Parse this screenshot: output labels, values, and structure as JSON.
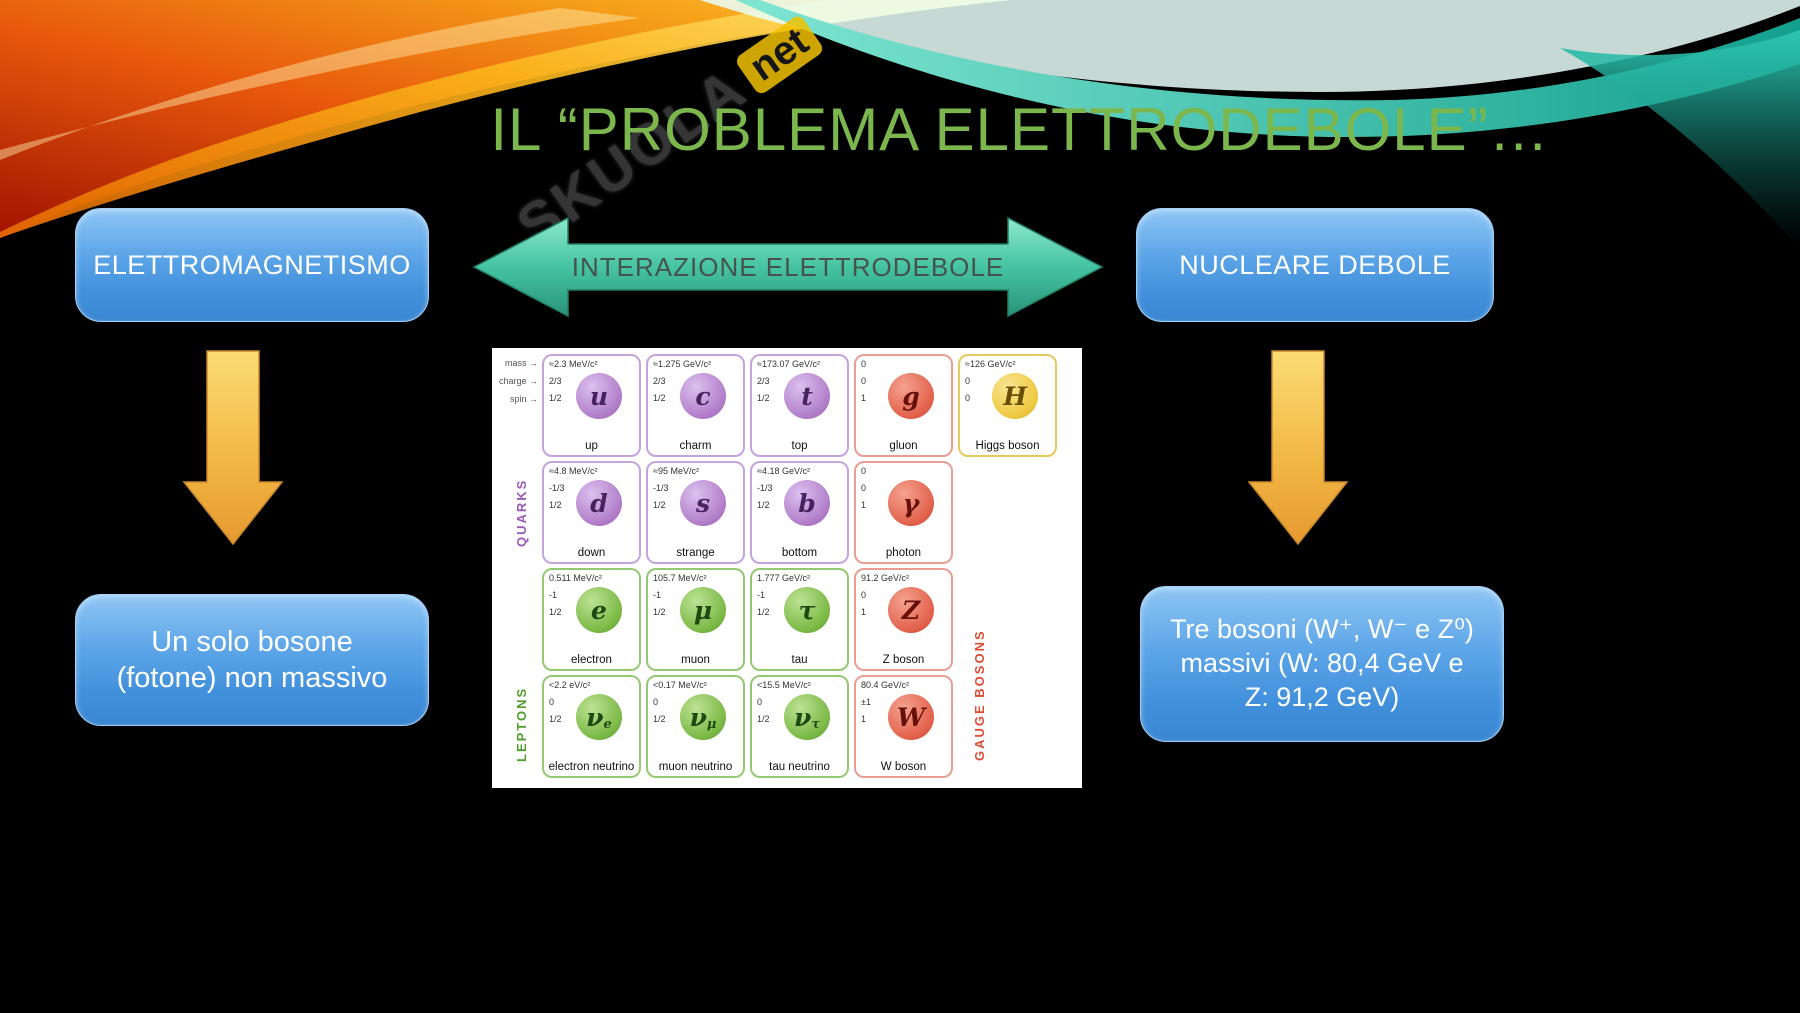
{
  "slide": {
    "title": "IL “PROBLEMA ELETTRODEBOLE”…",
    "watermark": {
      "main": "SKUOLA",
      "badge": "net"
    },
    "top_left_box": {
      "label": "ELETTROMAGNETISMO"
    },
    "top_right_box": {
      "label": "NUCLEARE DEBOLE"
    },
    "arrow": {
      "label": "INTERAZIONE ELETTRODEBOLE"
    },
    "bottom_left_box": {
      "lines": [
        "Un solo bosone",
        "(fotone) non massivo"
      ]
    },
    "bottom_right_box": {
      "lines": [
        "Tre bosoni (W⁺, W⁻ e Z⁰)",
        "massivi (W: 80,4 GeV e",
        "Z: 91,2 GeV)"
      ]
    },
    "colors": {
      "title_green": "#7cb74e",
      "box_blue": "#4190dc",
      "arrow_teal": "#45c4a2",
      "down_arrow_yellow": "#f0b53e",
      "quark_purple": "#9b59b6",
      "lepton_green": "#4e9e2c",
      "gauge_red": "#e04b33",
      "higgs_yellow": "#eec83f"
    }
  },
  "particle_table": {
    "row_property_labels": [
      "mass →",
      "charge →",
      "spin →"
    ],
    "group_labels": {
      "quarks": "QUARKS",
      "leptons": "LEPTONS",
      "gauge_bosons": "GAUGE BOSONS"
    },
    "tiles": [
      {
        "row": 0,
        "col": 0,
        "group": "quark",
        "symbol": "u",
        "sub": "",
        "mass": "≈2.3 MeV/c²",
        "charge": "2/3",
        "spin": "1/2",
        "name": "up"
      },
      {
        "row": 0,
        "col": 1,
        "group": "quark",
        "symbol": "c",
        "sub": "",
        "mass": "≈1.275 GeV/c²",
        "charge": "2/3",
        "spin": "1/2",
        "name": "charm"
      },
      {
        "row": 0,
        "col": 2,
        "group": "quark",
        "symbol": "t",
        "sub": "",
        "mass": "≈173.07 GeV/c²",
        "charge": "2/3",
        "spin": "1/2",
        "name": "top"
      },
      {
        "row": 0,
        "col": 3,
        "group": "gauge",
        "symbol": "g",
        "sub": "",
        "mass": "0",
        "charge": "0",
        "spin": "1",
        "name": "gluon"
      },
      {
        "row": 0,
        "col": 4,
        "group": "higgs",
        "symbol": "H",
        "sub": "",
        "mass": "≈126 GeV/c²",
        "charge": "0",
        "spin": "0",
        "name": "Higgs boson"
      },
      {
        "row": 1,
        "col": 0,
        "group": "quark",
        "symbol": "d",
        "sub": "",
        "mass": "≈4.8 MeV/c²",
        "charge": "-1/3",
        "spin": "1/2",
        "name": "down"
      },
      {
        "row": 1,
        "col": 1,
        "group": "quark",
        "symbol": "s",
        "sub": "",
        "mass": "≈95 MeV/c²",
        "charge": "-1/3",
        "spin": "1/2",
        "name": "strange"
      },
      {
        "row": 1,
        "col": 2,
        "group": "quark",
        "symbol": "b",
        "sub": "",
        "mass": "≈4.18 GeV/c²",
        "charge": "-1/3",
        "spin": "1/2",
        "name": "bottom"
      },
      {
        "row": 1,
        "col": 3,
        "group": "gauge",
        "symbol": "γ",
        "sub": "",
        "mass": "0",
        "charge": "0",
        "spin": "1",
        "name": "photon"
      },
      {
        "row": 2,
        "col": 0,
        "group": "lepton",
        "symbol": "e",
        "sub": "",
        "mass": "0.511 MeV/c²",
        "charge": "-1",
        "spin": "1/2",
        "name": "electron"
      },
      {
        "row": 2,
        "col": 1,
        "group": "lepton",
        "symbol": "μ",
        "sub": "",
        "mass": "105.7 MeV/c²",
        "charge": "-1",
        "spin": "1/2",
        "name": "muon"
      },
      {
        "row": 2,
        "col": 2,
        "group": "lepton",
        "symbol": "τ",
        "sub": "",
        "mass": "1.777 GeV/c²",
        "charge": "-1",
        "spin": "1/2",
        "name": "tau"
      },
      {
        "row": 2,
        "col": 3,
        "group": "gauge",
        "symbol": "Z",
        "sub": "",
        "mass": "91.2 GeV/c²",
        "charge": "0",
        "spin": "1",
        "name": "Z boson"
      },
      {
        "row": 3,
        "col": 0,
        "group": "lepton",
        "symbol": "ν",
        "sub": "e",
        "mass": "<2.2 eV/c²",
        "charge": "0",
        "spin": "1/2",
        "name": "electron neutrino"
      },
      {
        "row": 3,
        "col": 1,
        "group": "lepton",
        "symbol": "ν",
        "sub": "μ",
        "mass": "<0.17 MeV/c²",
        "charge": "0",
        "spin": "1/2",
        "name": "muon neutrino"
      },
      {
        "row": 3,
        "col": 2,
        "group": "lepton",
        "symbol": "ν",
        "sub": "τ",
        "mass": "<15.5 MeV/c²",
        "charge": "0",
        "spin": "1/2",
        "name": "tau neutrino"
      },
      {
        "row": 3,
        "col": 3,
        "group": "gauge",
        "symbol": "W",
        "sub": "",
        "mass": "80.4 GeV/c²",
        "charge": "±1",
        "spin": "1",
        "name": "W boson"
      }
    ]
  }
}
